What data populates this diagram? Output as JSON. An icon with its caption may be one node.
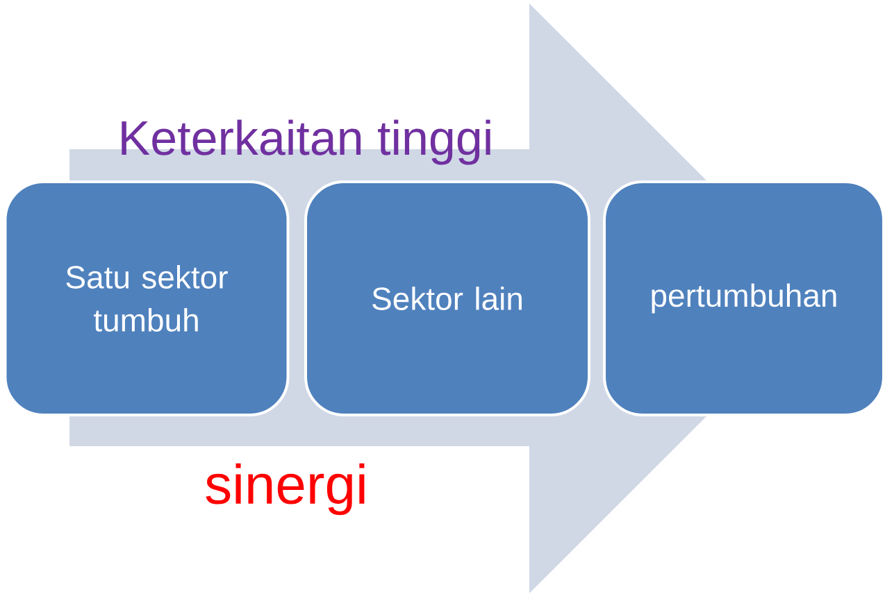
{
  "diagram": {
    "nodes": [
      {
        "text": [
          "Satu sektor tumbuh"
        ]
      },
      {
        "text": [
          "Sektor lain"
        ]
      },
      {
        "text": [
          "pertumbuhan"
        ]
      }
    ],
    "edges": [
      {
        "from": 0,
        "to": 2,
        "arrow": "to"
      }
    ],
    "labels": [
      "Keterkaitan tinggi",
      "sinergi"
    ]
  }
}
